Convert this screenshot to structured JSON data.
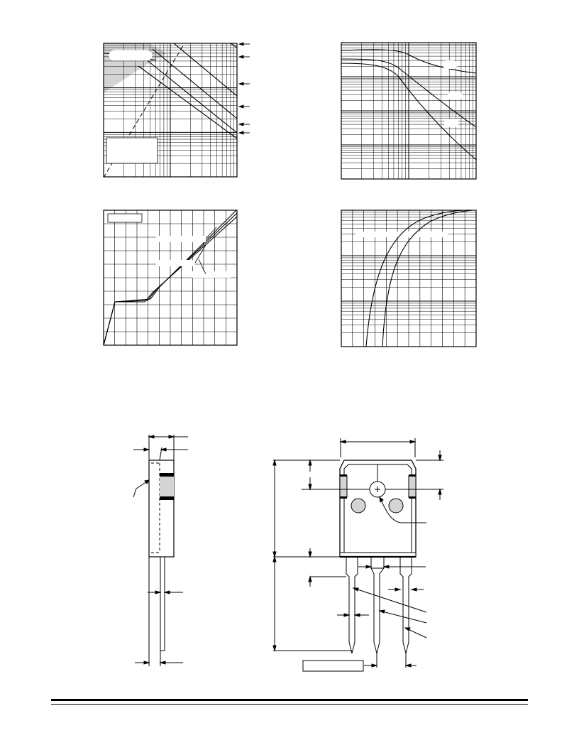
{
  "page": {
    "title": "",
    "graphs": [
      {
        "id": "top-left",
        "caption": ""
      },
      {
        "id": "top-right",
        "caption": ""
      },
      {
        "id": "bottom-left",
        "caption": ""
      },
      {
        "id": "bottom-right",
        "caption": ""
      }
    ],
    "package_drawing": {
      "label": ""
    },
    "colors": {
      "ink": "#000000",
      "shade": "#d4d4d4",
      "paper": "#ffffff"
    },
    "icons": [
      "plus-marker-icon",
      "arrowhead-icon"
    ]
  }
}
